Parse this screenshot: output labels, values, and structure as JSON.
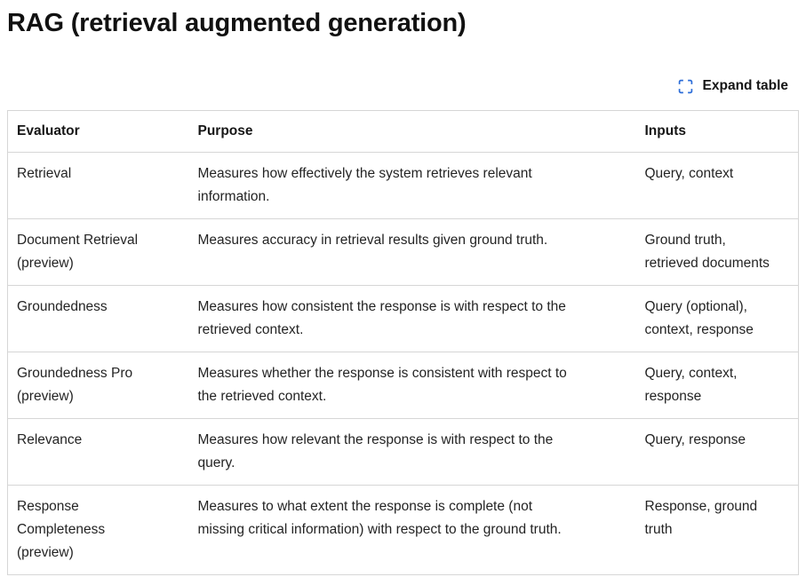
{
  "page": {
    "title": "RAG (retrieval augmented generation)"
  },
  "toolbar": {
    "expand_label": "Expand table",
    "expand_icon": "expand-corners-icon",
    "icon_color": "#2a6cd8"
  },
  "colors": {
    "accent_blue": "#2a6cd8",
    "table_border": "#d6d6d6",
    "text": "#161616"
  },
  "table": {
    "headers": [
      "Evaluator",
      "Purpose",
      "Inputs"
    ],
    "rows": [
      {
        "evaluator": "Retrieval",
        "purpose": "Measures how effectively the system retrieves relevant\ninformation.",
        "inputs": "Query, context"
      },
      {
        "evaluator": "Document Retrieval\n(preview)",
        "purpose": "Measures accuracy in retrieval results given ground truth.",
        "inputs": "Ground truth,\nretrieved documents"
      },
      {
        "evaluator": "Groundedness",
        "purpose": "Measures how consistent the response is with respect to the\nretrieved context.",
        "inputs": "Query (optional),\ncontext, response"
      },
      {
        "evaluator": "Groundedness Pro\n(preview)",
        "purpose": "Measures whether the response is consistent with respect to\nthe retrieved context.",
        "inputs": "Query, context,\nresponse"
      },
      {
        "evaluator": "Relevance",
        "purpose": "Measures how relevant the response is with respect to the\nquery.",
        "inputs": "Query, response"
      },
      {
        "evaluator": "Response\nCompleteness\n(preview)",
        "purpose": "Measures to what extent the response is complete (not\nmissing critical information) with respect to the ground truth.",
        "inputs": "Response, ground\ntruth"
      }
    ]
  }
}
